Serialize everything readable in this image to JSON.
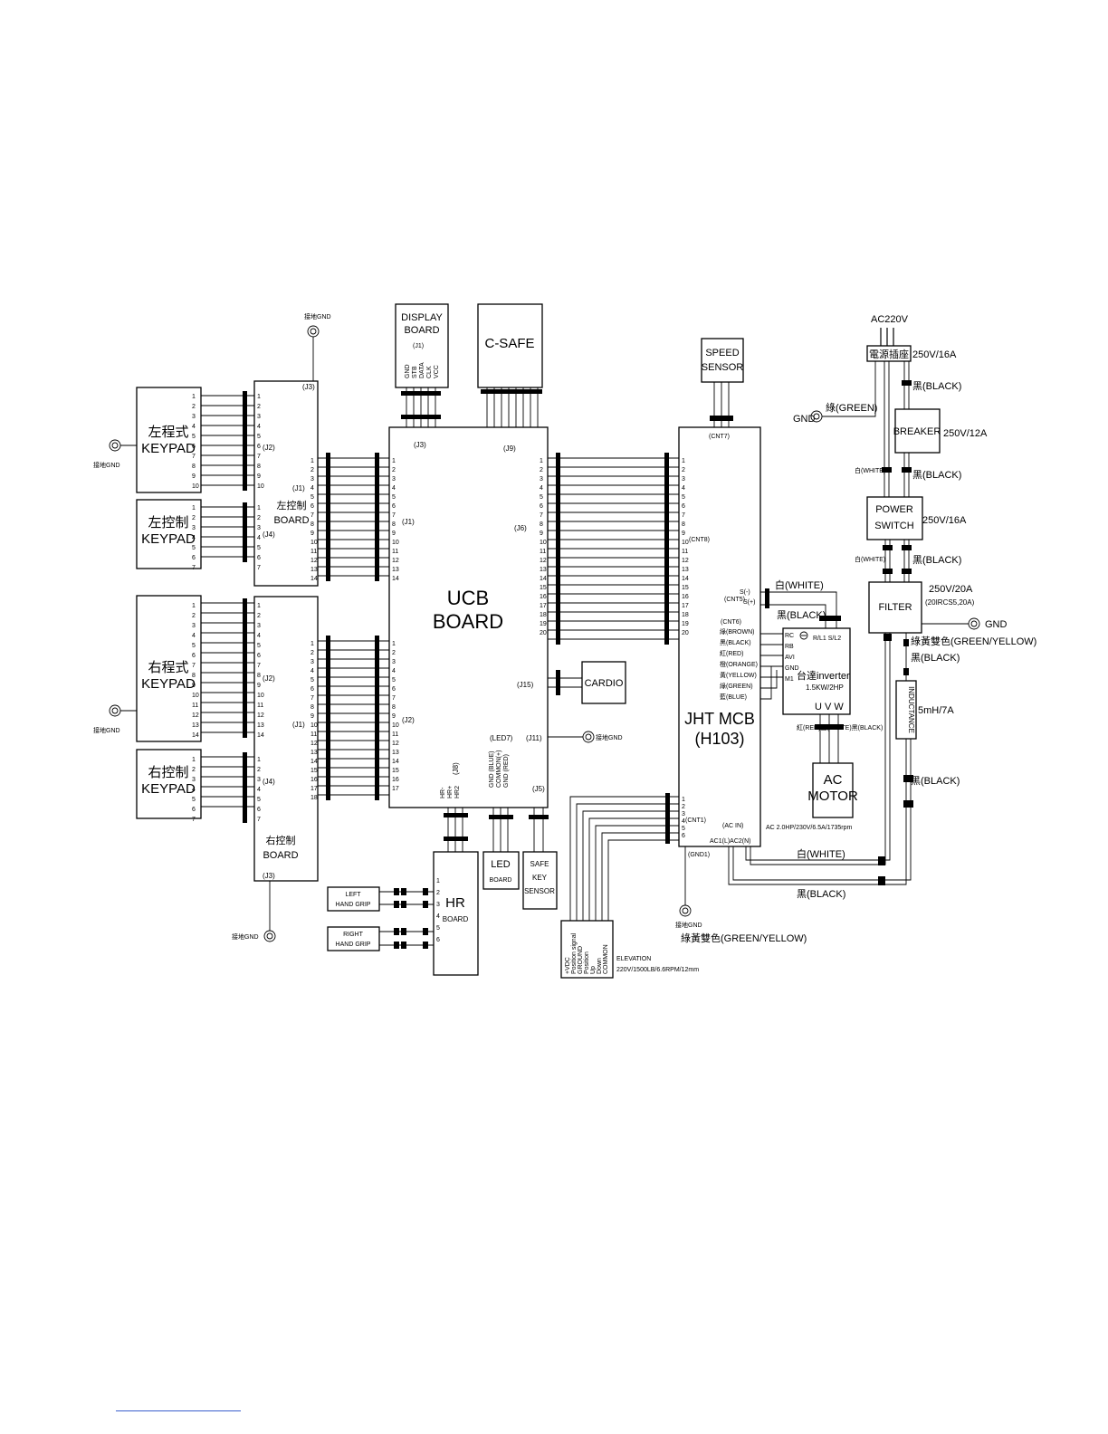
{
  "blocks": {
    "left_program_keypad": [
      "左程式",
      "KEYPAD"
    ],
    "left_control_keypad": [
      "左控制",
      "KEYPAD"
    ],
    "left_control_board": [
      "左控制",
      "BOARD"
    ],
    "right_program_keypad": [
      "右程式",
      "KEYPAD"
    ],
    "right_control_keypad": [
      "右控制",
      "KEYPAD"
    ],
    "right_control_board": [
      "右控制",
      "BOARD"
    ],
    "display_board": [
      "DISPLAY",
      "BOARD"
    ],
    "c_safe": "C-SAFE",
    "ucb_board": [
      "UCB",
      "BOARD"
    ],
    "speed_sensor": [
      "SPEED",
      "SENSOR"
    ],
    "jht_mcb": [
      "JHT MCB",
      "(H103)"
    ],
    "cardio": "CARDIO",
    "hr_board": [
      "HR",
      "BOARD"
    ],
    "led_board": [
      "LED",
      "BOARD"
    ],
    "safe_key_sensor": [
      "SAFE",
      "KEY",
      "SENSOR"
    ],
    "left_hand_grip": [
      "LEFT",
      "HAND GRIP"
    ],
    "right_hand_grip": [
      "RIGHT",
      "HAND GRIP"
    ],
    "elevation": [
      "ELEVATION",
      "220V/1500LB/6.6RPM/12mm"
    ],
    "inverter": [
      "台達inverter",
      "1.5KW/2HP"
    ],
    "ac_motor": [
      "AC",
      "MOTOR"
    ],
    "ac220v": "AC220V",
    "power_socket": "電源插座",
    "breaker": "BREAKER",
    "power_switch": [
      "POWER",
      "SWITCH"
    ],
    "filter": "FILTER",
    "inductance": "INDUCTANCE"
  },
  "connectors": {
    "j1": "(J1)",
    "j2": "(J2)",
    "j3": "(J3)",
    "j4": "(J4)",
    "j5": "(J5)",
    "j6": "(J6)",
    "j8": "(J8)",
    "j9": "(J9)",
    "j11": "(J11)",
    "j15": "(J15)",
    "led7": "(LED7)",
    "cnt1": "(CNT1)",
    "cnt5": "(CNT5)",
    "cnt6": "(CNT6)",
    "cnt7": "(CNT7)",
    "cnt8": "(CNT8)",
    "gnd1": "(GND1)",
    "ac_in": "(AC IN)",
    "ac_pins": "AC1(L)AC2(N)"
  },
  "ratings": {
    "socket": "250V/16A",
    "breaker": "250V/12A",
    "switch": "250V/16A",
    "filter": "250V/20A",
    "filter_model": "(20IRCS5,20A)",
    "inductance": "5mH/7A",
    "motor": "AC 2.0HP/230V/6.5A/1735rpm"
  },
  "wires": {
    "green": "綠(GREEN)",
    "black": "黑(BLACK)",
    "white": "白(WHITE)",
    "green_yellow": "綠黃雙色(GREEN/YELLOW)",
    "gnd": "GND",
    "frame_gnd": "接地GND",
    "inverter_pins": [
      "RC",
      "RB",
      "AVI",
      "GND",
      "M1"
    ],
    "inverter_top": "R/L1 S/L2",
    "uvw": "U V W",
    "cnt6_wires": [
      "綠(BROWN)",
      "黑(BLACK)",
      "紅(RED)",
      "橙(ORANGE)",
      "黃(YELLOW)",
      "綠(GREEN)",
      "藍(BLUE)"
    ],
    "motor_wires": "紅(RED)白(WHITE)黑(BLACK)",
    "cnt5_pins": [
      "S(-)",
      "S(+)"
    ],
    "display_pins": [
      "GND",
      "STB",
      "DATA",
      "CLK",
      "VCC"
    ],
    "j8_pins": [
      "HR-",
      "HR+",
      "HR2"
    ],
    "led7_pins": [
      "GND (BLUE)",
      "COMMON(+)",
      "GND (RED)"
    ],
    "elevation_pins": [
      "+VDC",
      "Position signal",
      "GROUND",
      "Position",
      "Up",
      "Down",
      "COMMON"
    ]
  },
  "colors": {
    "ink": "#000000",
    "paper": "#ffffff",
    "link": "#3a5fcd"
  }
}
